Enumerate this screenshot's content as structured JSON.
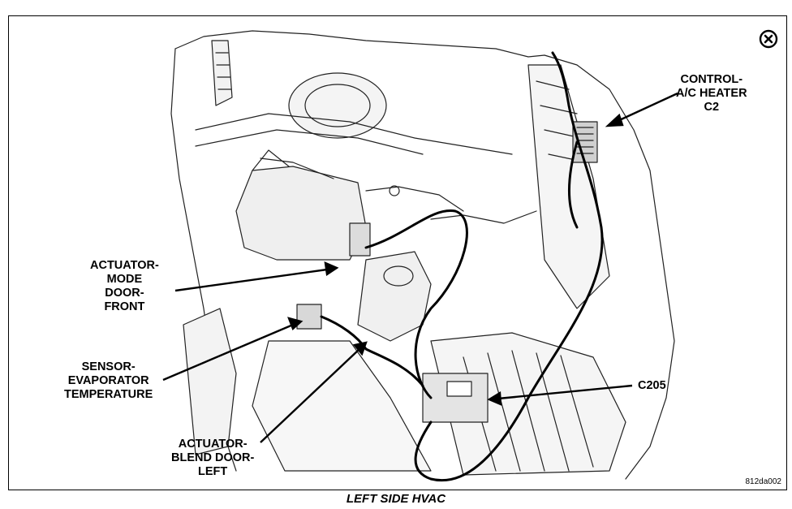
{
  "labels": {
    "control": "CONTROL-\nA/C HEATER\nC2",
    "actuator_mode": "ACTUATOR-\nMODE\nDOOR-\nFRONT",
    "sensor": "SENSOR-\nEVAPORATOR\nTEMPERATURE",
    "actuator_blend": "ACTUATOR-\nBLEND DOOR-\nLEFT",
    "c205": "C205"
  },
  "figure_code": "812da002",
  "caption": "LEFT SIDE HVAC",
  "icons": {
    "close": "close-icon"
  }
}
